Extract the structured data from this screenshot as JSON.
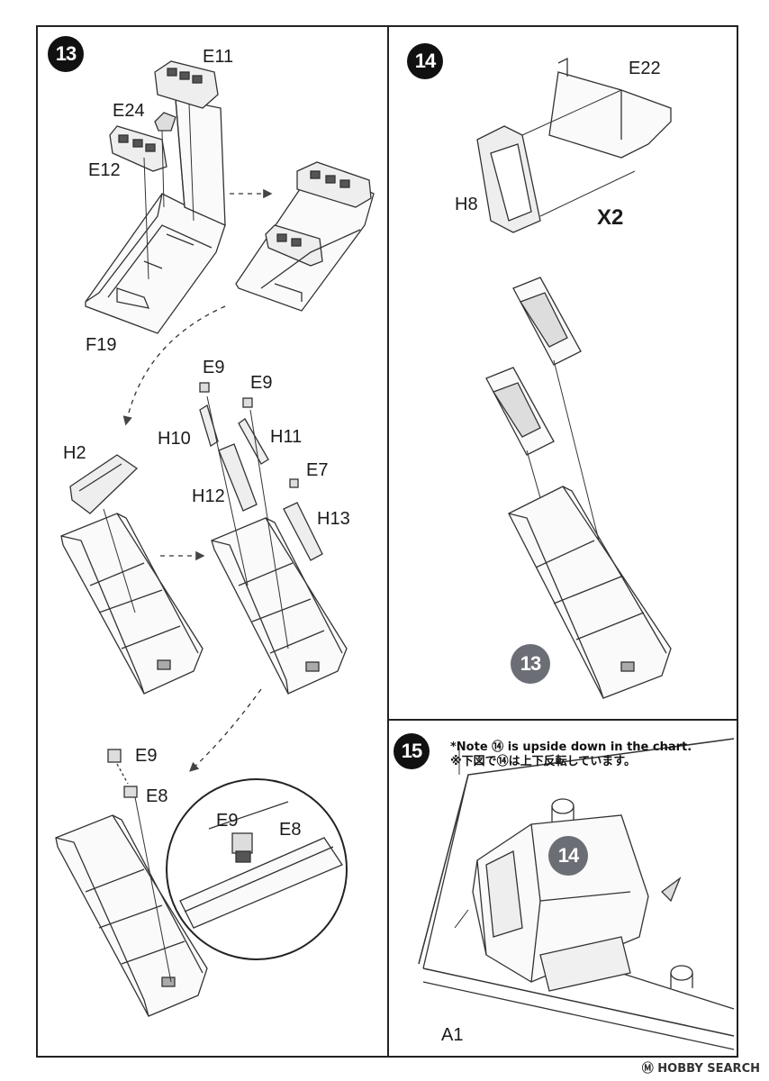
{
  "steps": {
    "s13": "13",
    "s14": "14",
    "s15": "15",
    "ref13": "13",
    "ref14": "14"
  },
  "labels": {
    "e11": "E11",
    "e24": "E24",
    "e12": "E12",
    "f19": "F19",
    "e9a": "E9",
    "e9b": "E9",
    "h10": "H10",
    "h11": "H11",
    "h2": "H2",
    "e7": "E7",
    "h12": "H12",
    "h13": "H13",
    "e9c": "E9",
    "e8a": "E8",
    "e9d": "E9",
    "e8b": "E8",
    "e22": "E22",
    "h8": "H8",
    "x2": "X2",
    "a1": "A1"
  },
  "notes": {
    "line1": "*Note ⑭ is upside down in the chart.",
    "line2": "※下図で⑭は上下反転しています。"
  },
  "watermark": "Ⓜ HOBBY SEARCH"
}
